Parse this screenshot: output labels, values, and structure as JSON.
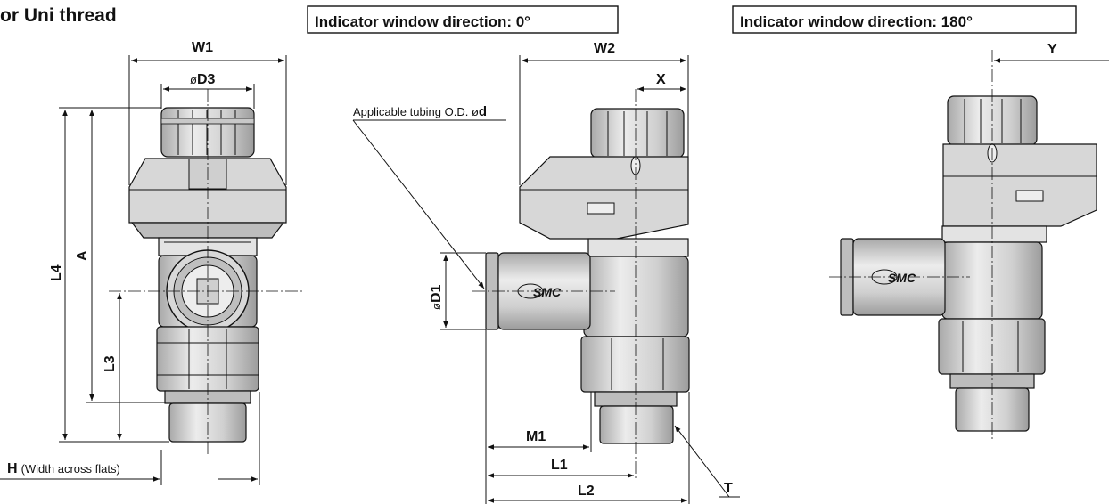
{
  "header": {
    "title": "or Uni thread"
  },
  "views": {
    "front": {
      "labels": {
        "w1": "W1",
        "d3_prefix": "ø",
        "d3": "D3",
        "l4": "L4",
        "a": "A",
        "l3": "L3",
        "h": "H",
        "h_note": "(Width across flats)"
      }
    },
    "side0": {
      "title": "Indicator window direction: 0°",
      "labels": {
        "w2": "W2",
        "x": "X",
        "tubing_text": "Applicable tubing O.D. ø",
        "tubing_d": "d",
        "d1_prefix": "ø",
        "d1": "D1",
        "m1": "M1",
        "l1": "L1",
        "l2": "L2",
        "t": "T",
        "logo": "SMC"
      }
    },
    "side180": {
      "title": "Indicator window direction: 180°",
      "labels": {
        "y": "Y",
        "logo": "SMC"
      }
    }
  }
}
